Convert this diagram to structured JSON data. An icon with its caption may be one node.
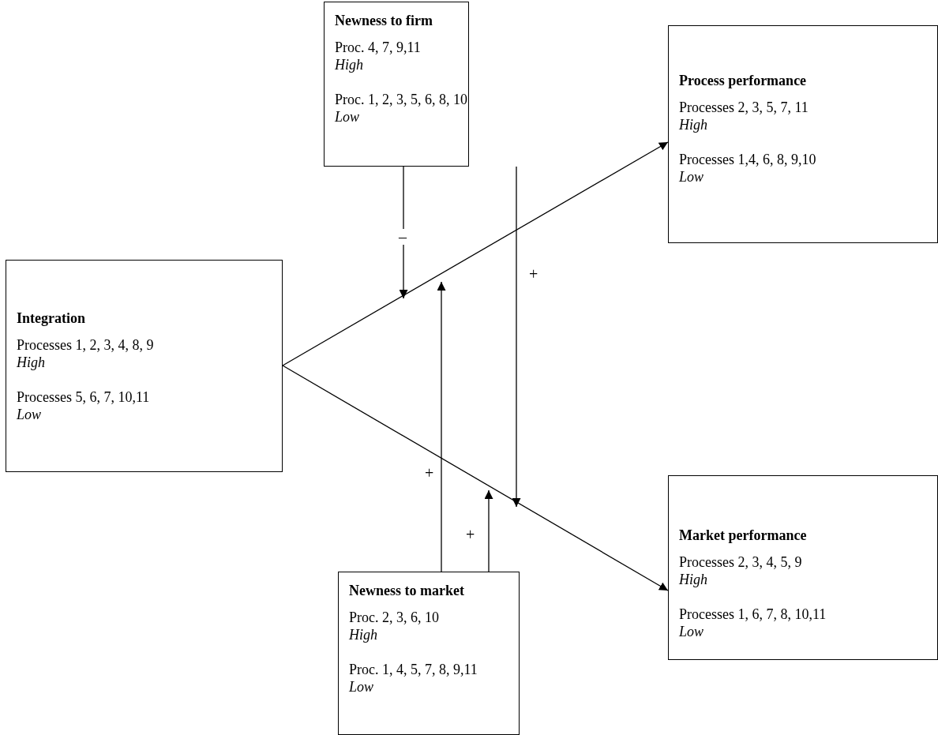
{
  "diagram": {
    "nodes": [
      {
        "text": [
          "Newness to firm",
          "Proc. 4, 7, 9,11",
          "High",
          "Proc. 1, 2, 3, 5, 6, 8, 10",
          "Low"
        ]
      },
      {
        "text": [
          "Process performance",
          "Processes 2, 3, 5, 7, 11",
          "High",
          "Processes 1,4, 6, 8, 9,10",
          "Low"
        ]
      },
      {
        "text": [
          "Integration",
          "Processes 1, 2, 3, 4, 8, 9",
          "High",
          "Processes 5, 6, 7, 10,11",
          "Low"
        ]
      },
      {
        "text": [
          "Newness to market",
          "Proc. 2, 3, 6, 10",
          "High",
          "Proc. 1, 4, 5, 7, 8, 9,11",
          "Low"
        ]
      },
      {
        "text": [
          "Market performance",
          "Processes 2, 3, 4, 5, 9",
          "High",
          "Processes 1, 6, 7, 8, 10,11",
          "Low"
        ]
      }
    ],
    "edges": [
      {
        "from": 2,
        "to": 1,
        "arrow": "to"
      },
      {
        "from": 2,
        "to": 4,
        "arrow": "to"
      },
      {
        "from": 0,
        "to": null,
        "arrow": "to",
        "label": "–"
      },
      {
        "from": 0,
        "to": null,
        "arrow": "to",
        "label": "+"
      },
      {
        "from": 3,
        "to": null,
        "arrow": "to",
        "label": "+"
      },
      {
        "from": 3,
        "to": null,
        "arrow": "to",
        "label": "+"
      }
    ]
  }
}
